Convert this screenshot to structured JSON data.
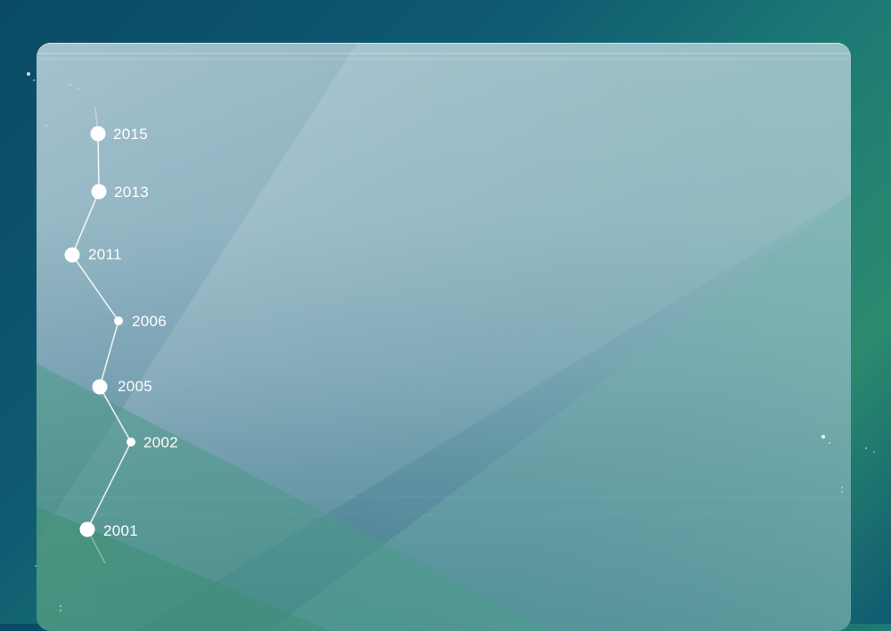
{
  "timeline": {
    "items": [
      {
        "year": "2015"
      },
      {
        "year": "2013"
      },
      {
        "year": "2011"
      },
      {
        "year": "2006"
      },
      {
        "year": "2005"
      },
      {
        "year": "2002"
      },
      {
        "year": "2001"
      }
    ]
  },
  "colors": {
    "background_dark": "#0a4a64",
    "background_teal": "#2b8a6e",
    "panel_top": "#a6c1cf",
    "panel_bottom": "#3f7a8e",
    "line": "#ffffff",
    "node": "#ffffff",
    "label": "#ffffff"
  }
}
